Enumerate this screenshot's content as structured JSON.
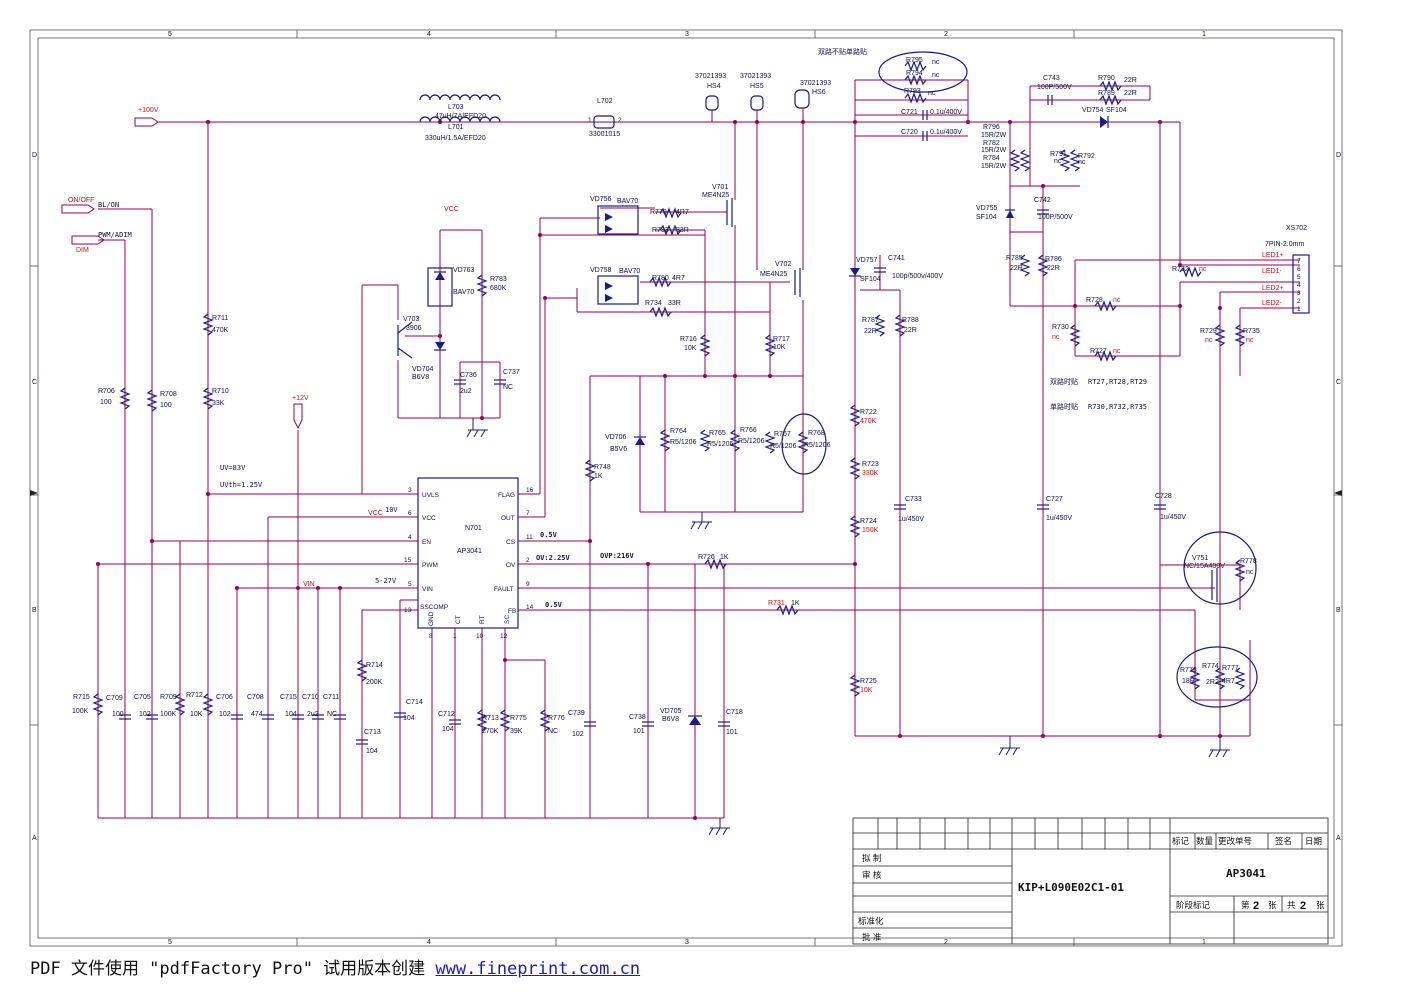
{
  "colors": {
    "wire": "#9a0050",
    "component": "#1a1a8c",
    "label": "#101050",
    "red_label": "#d01010",
    "link": "#1a1acc"
  },
  "net_labels": {
    "v100": "+100V",
    "onoff": "ON/OFF",
    "bl_on": "BL/ON",
    "dim": "DIM",
    "pwm_adim": "PWM/ADIM",
    "v12": "+12V",
    "vcc1": "VCC",
    "vcc2": "VCC",
    "vin": "VIN"
  },
  "notes": {
    "uv": "UV=83V",
    "uvth": "UVth=1.25V",
    "v10": "10V",
    "v5_27": "5-27V",
    "v05a": "0.5V",
    "ov225": "OV:2.25V",
    "ovp": "OVP:216V",
    "v05b": "0.5V",
    "dual_nc": "双路不贴单路贴",
    "dual_mount": "双路时贴",
    "dual_parts": "RT27,RT28,RT29",
    "single_mount": "单路时贴",
    "single_parts": "R730,R732,R735"
  },
  "ic": {
    "ref": "N701",
    "part": "AP3041",
    "left_pins": [
      {
        "num": "3",
        "name": "UVLS"
      },
      {
        "num": "6",
        "name": "VCC"
      },
      {
        "num": "4",
        "name": "EN"
      },
      {
        "num": "15",
        "name": "PWM"
      },
      {
        "num": "5",
        "name": "VIN"
      },
      {
        "num": "13",
        "name": "SSCOMP"
      }
    ],
    "right_pins": [
      {
        "num": "16",
        "name": "FLAG"
      },
      {
        "num": "7",
        "name": "OUT"
      },
      {
        "num": "11",
        "name": "CS"
      },
      {
        "num": "2",
        "name": "OV"
      },
      {
        "num": "9",
        "name": "FAULT"
      },
      {
        "num": "14",
        "name": "FB"
      }
    ],
    "bottom_pins": [
      {
        "num": "8",
        "name": "GND"
      },
      {
        "num": "1",
        "name": "CT"
      },
      {
        "num": "10",
        "name": "RT"
      },
      {
        "num": "12",
        "name": "SC"
      }
    ]
  },
  "parts": {
    "l703": "L703",
    "l703v": "47uH/7A/EFD20",
    "l701": "L701",
    "l701v": "330uH/1.5A/EFD20",
    "l702": "L702",
    "l702v": "33001015",
    "l702p1": "1",
    "l702p2": "2",
    "hs4a": "37021393",
    "hs4b": "HS4",
    "hs5a": "37021393",
    "hs5b": "HS5",
    "hs6a": "37021393",
    "hs6b": "HS6",
    "v701": "V701",
    "v701v": "ME4N25",
    "v702": "V702",
    "v702v": "ME4N25",
    "vd756": "VD756",
    "vd756v": "BAV70",
    "vd758": "VD758",
    "vd758v": "BAV70",
    "r779": "R779",
    "r779v": "4R7",
    "r733": "R733",
    "r733v": "33R",
    "r780": "R780",
    "r780v": "4R7",
    "r734": "R734",
    "r734v": "33R",
    "r716": "R716",
    "r716v": "10K",
    "r717": "R717",
    "r717v": "10K",
    "vd706": "VD706",
    "vd706v": "B5V6",
    "r764": "R764",
    "r764v": "R5/1206",
    "r765": "R765",
    "r765v": "R5/1206",
    "r766": "R766",
    "r766v": "R5/1206",
    "r767": "R767",
    "r767v": "R5/1206",
    "r768": "R768",
    "r768v": "R5/1206",
    "r748": "R748",
    "r748v": "1K",
    "vd763": "VD763",
    "vd763v": "BAV70",
    "r783": "R783",
    "r783v": "680K",
    "v703": "V703",
    "v703v": "3906",
    "vd704": "VD704",
    "vd704v": "B6V8",
    "c736": "C736",
    "c736v": "2u2",
    "c737": "C737",
    "c737v": "NC",
    "r711": "R711",
    "r711v": "470K",
    "r710": "R710",
    "r710v": "33K",
    "r706": "R706",
    "r706v": "100",
    "r708": "R708",
    "r708v": "100",
    "r715": "R715",
    "r715v": "100K",
    "c709": "C709",
    "c709v": "100",
    "c705": "C705",
    "c705v": "102",
    "r709": "R709",
    "r709v": "100K",
    "r712": "R712",
    "r712v": "10K",
    "c706": "C706",
    "c706v": "102",
    "c708": "C708",
    "c708v": "474",
    "c715": "C715",
    "c715v": "104",
    "c710": "C710",
    "c710v": "2u2",
    "c711": "C711",
    "c711v": "NC",
    "r714": "R714",
    "r714v": "200K",
    "c713": "C713",
    "c713v": "104",
    "c714": "C714",
    "c714v": "104",
    "c712": "C712",
    "c712v": "104",
    "r713": "R713",
    "r713v": "270K",
    "r775": "R775",
    "r775v": "39K",
    "r776": "R776",
    "r776v": "NC",
    "c739": "C739",
    "c739v": "102",
    "c738": "C738",
    "c738v": "101",
    "vd705": "VD705",
    "vd705v": "B6V8",
    "c718": "C718",
    "c718v": "101",
    "r726": "R726",
    "r726v": "1K",
    "r731": "R731",
    "r731v": "1K",
    "r795": "R795",
    "r795v": "nc",
    "r794": "R794",
    "r794v": "nc",
    "r793": "R793",
    "r793v": "nc",
    "c721": "C721",
    "c721v": "0.1u/400V",
    "c720": "C720",
    "c720v": "0.1u/400V",
    "r796": "R796",
    "r796v": "15R/2W",
    "r782": "R782",
    "r782v": "15R/2W",
    "r784": "R784",
    "r784v": "15R/2W",
    "vd757": "VD757",
    "vd757v": "SF104",
    "c741": "C741",
    "c741v": "100p/500v/400V",
    "r787": "R787",
    "r787v": "22R",
    "r788": "R788",
    "r788v": "22R",
    "r722": "R722",
    "r722v": "470K",
    "r723": "R723",
    "r723v": "330K",
    "r724": "R724",
    "r724v": "150K",
    "r725": "R725",
    "r725v": "10K",
    "c733": "C733",
    "c733v": "1u/450V",
    "c743": "C743",
    "c743v": "100P/500V",
    "r790": "R790",
    "r790v": "22R",
    "r789": "R789",
    "r789v": "22R",
    "vd754": "VD754",
    "vd754v": "SF104",
    "r791": "R791",
    "r791v": "nc",
    "r792": "R792",
    "r792v": "nc",
    "vd755": "VD755",
    "vd755v": "SF104",
    "c742": "C742",
    "c742v": "100P/500V",
    "r785": "R785",
    "r785v": "22R",
    "r786": "R786",
    "r786v": "22R",
    "r732": "R732",
    "r732v": "nc",
    "r728": "R728",
    "r728v": "nc",
    "r730": "R730",
    "r730v": "nc",
    "r727": "R727",
    "r727v": "nc",
    "r729": "R729",
    "r729v": "nc",
    "r735": "R735",
    "r735v": "nc",
    "c727": "C727",
    "c727v": "1u/450V",
    "c728": "C728",
    "c728v": "1u/450V",
    "v751": "V751",
    "v751v": "NC/15A400V",
    "r778": "R778",
    "r778v": "nc",
    "r773": "R773",
    "r773v": "18R",
    "r774": "R774",
    "r774v": "2R2",
    "r777": "R777",
    "r777v": "4R7",
    "xs702": "XS702",
    "xs702v": "7PIN-2.0mm",
    "led_labels": [
      "LED1+",
      "LED1-",
      "LED2+",
      "LED2-"
    ],
    "xs_pins": [
      "7",
      "6",
      "5",
      "4",
      "3",
      "2",
      "1"
    ]
  },
  "border_numbers": [
    "5",
    "4",
    "3",
    "2",
    "1"
  ],
  "border_letters": [
    "D",
    "C",
    "B",
    "A"
  ],
  "title_block": {
    "headers": [
      "标记",
      "数量",
      "更改单号",
      "签名",
      "日期"
    ],
    "rows": [
      "拟 制",
      "审 核",
      "",
      "标准化",
      "批 准"
    ],
    "drawing_no": "KIP+L090E02C1-01",
    "title": "AP3041",
    "stage": "阶段标记",
    "sheet_a": "第",
    "sheet_no": "2",
    "sheet_b": "张",
    "total_a": "共",
    "total_no": "2",
    "total_b": "张"
  },
  "footer": {
    "text": "PDF 文件使用 \"pdfFactory Pro\" 试用版本创建 ",
    "link": "www.fineprint.com.cn"
  }
}
